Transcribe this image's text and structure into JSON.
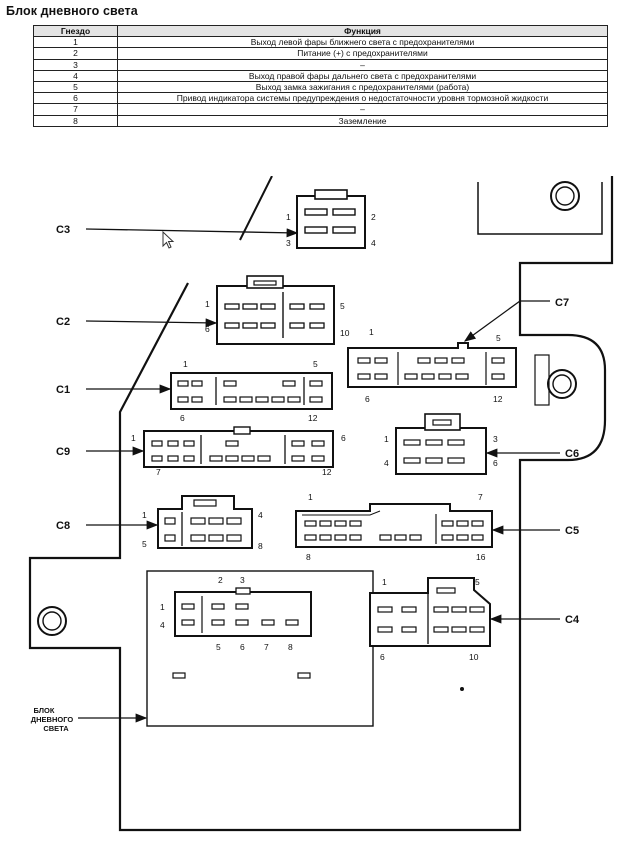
{
  "title": "Блок дневного света",
  "table": {
    "headers": [
      "Гнездо",
      "Функция"
    ],
    "rows": [
      [
        "1",
        "Выход левой фары ближнего света с предохранителями"
      ],
      [
        "2",
        "Питание (+) с предохранителями"
      ],
      [
        "3",
        "–"
      ],
      [
        "4",
        "Выход правой фары дальнего света с предохранителями"
      ],
      [
        "5",
        "Выход замка зажигания с предохранителями (работа)"
      ],
      [
        "6",
        "Привод индикатора системы предупреждения о недостаточности уровня тормозной жидкости"
      ],
      [
        "7",
        "–"
      ],
      [
        "8",
        "Заземление"
      ]
    ]
  },
  "diagram": {
    "connectors": {
      "C3": {
        "label": "C3",
        "pins": [
          "1",
          "2",
          "3",
          "4"
        ]
      },
      "C2": {
        "label": "C2",
        "pins": [
          "1",
          "5",
          "6",
          "10"
        ]
      },
      "C7": {
        "label": "C7",
        "pins": [
          "1",
          "5",
          "6",
          "12"
        ]
      },
      "C1": {
        "label": "C1",
        "pins": [
          "1",
          "5",
          "6",
          "12"
        ]
      },
      "C9": {
        "label": "C9",
        "pins": [
          "1",
          "6",
          "7",
          "12"
        ]
      },
      "C6": {
        "label": "C6",
        "pins": [
          "1",
          "3",
          "4",
          "6"
        ]
      },
      "C8": {
        "label": "C8",
        "pins": [
          "1",
          "4",
          "5",
          "8"
        ]
      },
      "C5": {
        "label": "C5",
        "pins": [
          "1",
          "7",
          "8",
          "16"
        ]
      },
      "C4": {
        "label": "C4",
        "pins": [
          "1",
          "5",
          "6",
          "10"
        ]
      },
      "DRL": {
        "pins": [
          "1",
          "2",
          "3",
          "4",
          "5",
          "6",
          "7",
          "8"
        ]
      }
    },
    "block_label": [
      "БЛОК",
      "ДНЕВНОГО",
      "СВЕТА"
    ]
  }
}
